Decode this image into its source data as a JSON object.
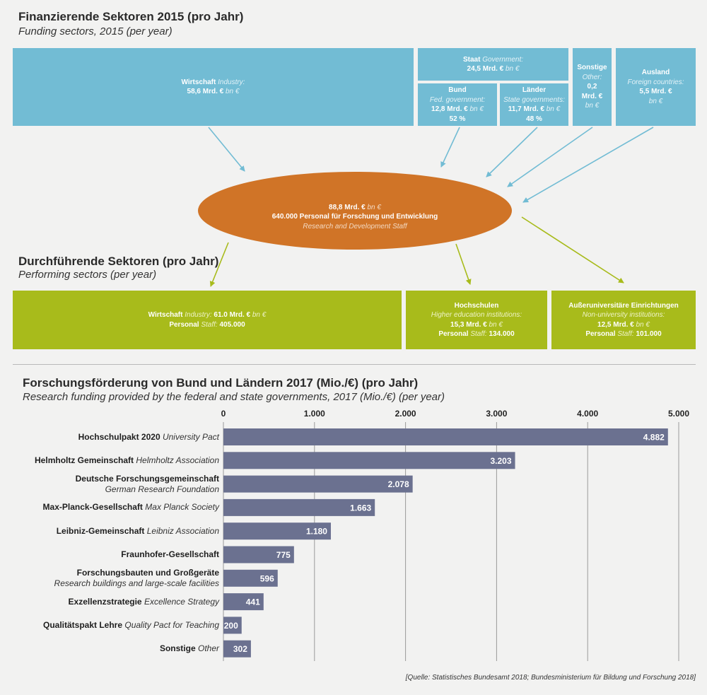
{
  "top": {
    "title": "Finanzierende Sektoren 2015 (pro Jahr)",
    "subtitle": "Funding sectors, 2015 (per year)",
    "wirtschaft": {
      "de": "Wirtschaft",
      "en": "Industry:",
      "value": "58,6 Mrd. €",
      "unit_en": "bn €"
    },
    "staat": {
      "de": "Staat",
      "en": "Government:",
      "value": "24,5 Mrd. €",
      "unit_en": "bn €"
    },
    "bund": {
      "de": "Bund",
      "en": "Fed. government:",
      "value": "12,8 Mrd. €",
      "unit_en": "bn €",
      "share": "52 %"
    },
    "laender": {
      "de": "Länder",
      "en": "State governments:",
      "value": "11,7 Mrd. €",
      "unit_en": "bn €",
      "share": "48 %"
    },
    "sonstige": {
      "de": "Sonstige",
      "en": "Other:",
      "value_line1": "0,2",
      "value_line2": "Mrd. €",
      "unit_en": "bn €"
    },
    "ausland": {
      "de": "Ausland",
      "en": "Foreign countries:",
      "value": "5,5 Mrd. €",
      "unit_en": "bn €"
    }
  },
  "center": {
    "value": "88,8 Mrd. €",
    "unit_en": "bn €",
    "staff": "640.000 Personal für Forschung und Entwicklung",
    "staff_en": "Research and Development Staff"
  },
  "performing": {
    "title": "Durchführende Sektoren (pro Jahr)",
    "subtitle": "Performing sectors (per year)",
    "wirtschaft": {
      "de": "Wirtschaft",
      "en": "Industry:",
      "value": "61.0 Mrd. €",
      "unit_en": "bn €",
      "staff_de": "Personal",
      "staff_en": "Staff:",
      "staff_value": "405.000"
    },
    "hochschulen": {
      "de": "Hochschulen",
      "en": "Higher education institutions:",
      "value": "15,3 Mrd. €",
      "unit_en": "bn €",
      "staff_de": "Personal",
      "staff_en": "Staff:",
      "staff_value": "134.000"
    },
    "ausseruni": {
      "de": "Außeruniversitäre Einrichtungen",
      "en": "Non-university institutions:",
      "value": "12,5 Mrd. €",
      "unit_en": "bn €",
      "staff_de": "Personal",
      "staff_en": "Staff:",
      "staff_value": "101.000"
    }
  },
  "funding": {
    "title": "Forschungsförderung von Bund und Ländern 2017 (Mio./€) (pro Jahr)",
    "subtitle": "Research funding provided by the federal and state governments, 2017 (Mio./€) (per year)"
  },
  "chart_data": {
    "type": "bar",
    "orientation": "horizontal",
    "title": "Forschungsförderung von Bund und Ländern 2017 (Mio./€) (pro Jahr)",
    "xlim": [
      0,
      5000
    ],
    "ticks": [
      0,
      1000,
      2000,
      3000,
      4000,
      5000
    ],
    "tick_labels": [
      "0",
      "1.000",
      "2.000",
      "3.000",
      "4.000",
      "5.000"
    ],
    "grid": true,
    "bar_color": "#6b7190",
    "categories": [
      {
        "de": "Hochschulpakt 2020",
        "en": "University Pact",
        "stack": false
      },
      {
        "de": "Helmholtz Gemeinschaft",
        "en": "Helmholtz Association",
        "stack": false
      },
      {
        "de": "Deutsche Forschungsgemeinschaft",
        "en": "German Research Foundation",
        "stack": true
      },
      {
        "de": "Max-Planck-Gesellschaft",
        "en": "Max Planck Society",
        "stack": false
      },
      {
        "de": "Leibniz-Gemeinschaft",
        "en": "Leibniz Association",
        "stack": false
      },
      {
        "de": "Fraunhofer-Gesellschaft",
        "en": "",
        "stack": false
      },
      {
        "de": "Forschungsbauten und Großgeräte",
        "en": "Research buildings and large-scale facilities",
        "stack": true
      },
      {
        "de": "Exzellenzstrategie",
        "en": "Excellence Strategy",
        "stack": false
      },
      {
        "de": "Qualitätspakt Lehre",
        "en": "Quality Pact for Teaching",
        "stack": false
      },
      {
        "de": "Sonstige",
        "en": "Other",
        "stack": false
      }
    ],
    "values": [
      4882,
      3203,
      2078,
      1663,
      1180,
      775,
      596,
      441,
      200,
      302
    ],
    "value_labels": [
      "4.882",
      "3.203",
      "2.078",
      "1.663",
      "1.180",
      "775",
      "596",
      "441",
      "200",
      "302"
    ]
  },
  "source": "[Quelle: Statistisches Bundesamt 2018; Bundesministerium für Bildung und Forschung 2018]",
  "colors": {
    "blue": "#72bcd4",
    "orange": "#d07427",
    "green": "#a8bb1b",
    "bar": "#6b7190"
  }
}
